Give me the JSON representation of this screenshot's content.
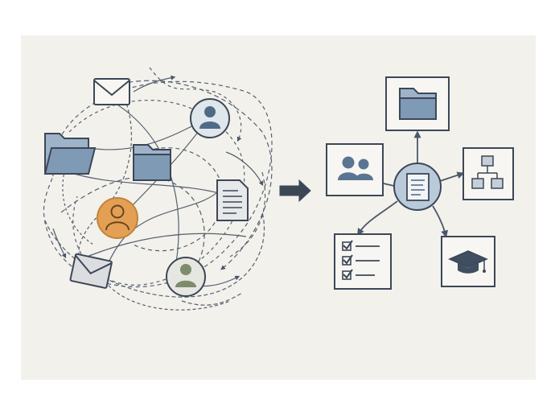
{
  "diagram": {
    "left_cluster": {
      "nodes": [
        {
          "id": "mail-top",
          "kind": "envelope-icon"
        },
        {
          "id": "folder-open",
          "kind": "open-folder-icon"
        },
        {
          "id": "folder-middle",
          "kind": "folder-icon"
        },
        {
          "id": "person-top",
          "kind": "person-icon"
        },
        {
          "id": "document-right",
          "kind": "document-icon"
        },
        {
          "id": "person-center",
          "kind": "person-icon"
        },
        {
          "id": "mail-bottom",
          "kind": "envelope-icon"
        },
        {
          "id": "person-bottom",
          "kind": "person-icon"
        }
      ]
    },
    "right_hub": {
      "center": {
        "kind": "document-hub-icon"
      },
      "spokes": [
        {
          "kind": "folder-icon"
        },
        {
          "kind": "people-icon"
        },
        {
          "kind": "org-chart-icon"
        },
        {
          "kind": "checklist-icon"
        },
        {
          "kind": "graduation-cap-icon"
        }
      ]
    },
    "colors": {
      "stroke": "#4a5868",
      "blue_fill": "#7f9ab5",
      "orange_fill": "#e3a054",
      "green_fill": "#7d8c6c",
      "background": "#f3f1ec"
    }
  }
}
